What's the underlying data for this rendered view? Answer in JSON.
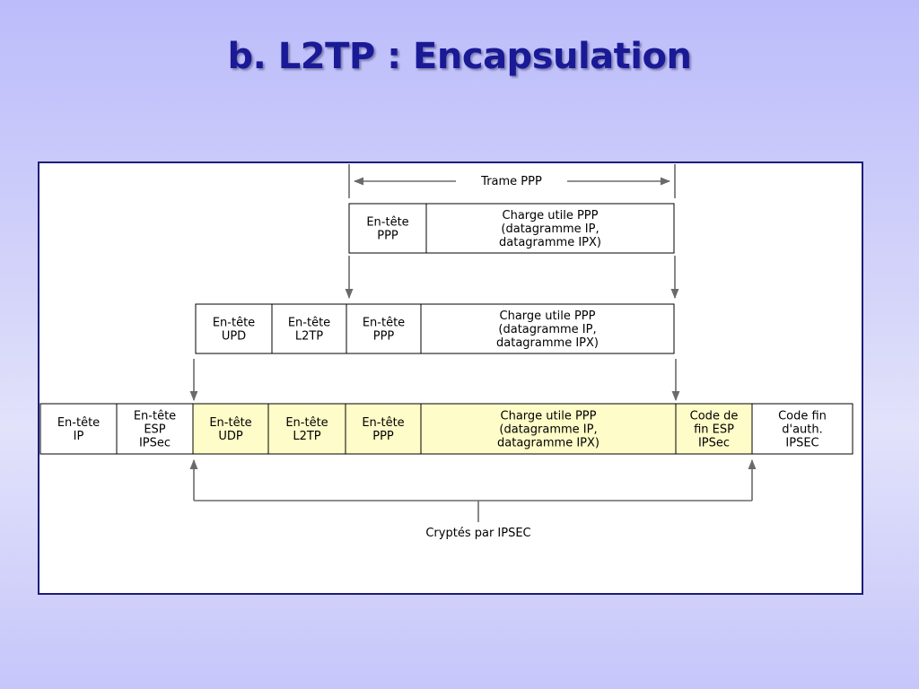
{
  "title": "b. L2TP : Encapsulation",
  "colors": {
    "title": "#1a1a96",
    "highlight": "#fefcc8",
    "arrow": "#6a6a6a",
    "panel_border": "#1d1d7a"
  },
  "labels": {
    "trame_ppp": "Trame PPP",
    "encrypted": "Cryptés par IPSEC"
  },
  "rows": [
    {
      "id": "ppp-frame",
      "cells": [
        {
          "lines": [
            "En-tête",
            "PPP"
          ],
          "highlight": false
        },
        {
          "lines": [
            "Charge utile PPP",
            "(datagramme IP,",
            "datagramme IPX)"
          ],
          "highlight": false
        }
      ]
    },
    {
      "id": "l2tp-frame",
      "cells": [
        {
          "lines": [
            "En-tête",
            "UPD"
          ],
          "highlight": false
        },
        {
          "lines": [
            "En-tête",
            "L2TP"
          ],
          "highlight": false
        },
        {
          "lines": [
            "En-tête",
            "PPP"
          ],
          "highlight": false
        },
        {
          "lines": [
            "Charge utile PPP",
            "(datagramme IP,",
            "datagramme IPX)"
          ],
          "highlight": false
        }
      ]
    },
    {
      "id": "ipsec-frame",
      "cells": [
        {
          "lines": [
            "En-tête",
            "IP"
          ],
          "highlight": false
        },
        {
          "lines": [
            "En-tête",
            "ESP",
            "IPSec"
          ],
          "highlight": false
        },
        {
          "lines": [
            "En-tête",
            "UDP"
          ],
          "highlight": true
        },
        {
          "lines": [
            "En-tête",
            "L2TP"
          ],
          "highlight": true
        },
        {
          "lines": [
            "En-tête",
            "PPP"
          ],
          "highlight": true
        },
        {
          "lines": [
            "Charge utile PPP",
            "(datagramme IP,",
            "datagramme IPX)"
          ],
          "highlight": true
        },
        {
          "lines": [
            "Code de",
            "fin ESP",
            "IPSec"
          ],
          "highlight": true
        },
        {
          "lines": [
            "Code fin",
            "d'auth.",
            "IPSEC"
          ],
          "highlight": false
        }
      ]
    }
  ]
}
